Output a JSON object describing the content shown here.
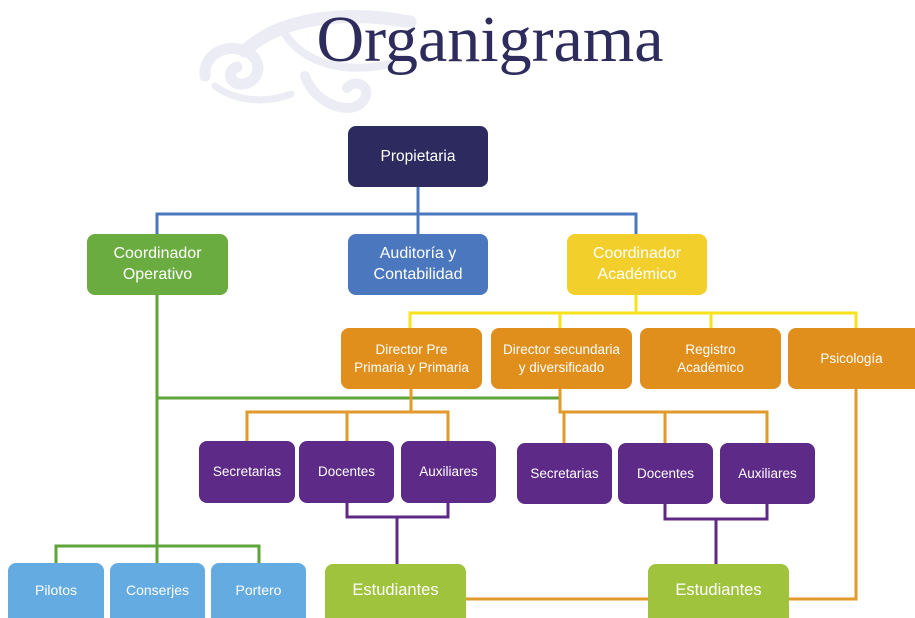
{
  "title": "Organigrama",
  "colors": {
    "title": "#2e2c5d",
    "ornament": "#ececf5",
    "propietaria": "#2d2a60",
    "operativo": "#6bac41",
    "auditoria": "#4a77be",
    "academico": "#f3cf2b",
    "directores": "#e08f1c",
    "personal": "#5d2a87",
    "servicios": "#63abe1",
    "estudiantes": "#9fc33c",
    "line-blue": "#4a77be",
    "line-yellow": "#f6e31d",
    "line-green": "#5ea43a",
    "line-orange": "#e29a2a",
    "line-purple": "#5d2a87"
  },
  "nodes": {
    "propietaria": "Propietaria",
    "coordinador_operativo": "Coordinador\nOperativo",
    "auditoria": "Auditoría y\nContabilidad",
    "coordinador_academico": "Coordinador\nAcadémico",
    "director_primaria": "Director Pre\nPrimaria y Primaria",
    "director_secundaria": "Director secundaria\ny diversificado",
    "registro_academico": "Registro\nAcadémico",
    "psicologia": "Psicología",
    "personal_primaria": [
      "Secretarias",
      "Docentes",
      "Auxiliares"
    ],
    "personal_secundaria": [
      "Secretarias",
      "Docentes",
      "Auxiliares"
    ],
    "servicios": [
      "Pilotos",
      "Conserjes",
      "Portero"
    ],
    "estudiantes_primaria": "Estudiantes",
    "estudiantes_secundaria": "Estudiantes"
  }
}
